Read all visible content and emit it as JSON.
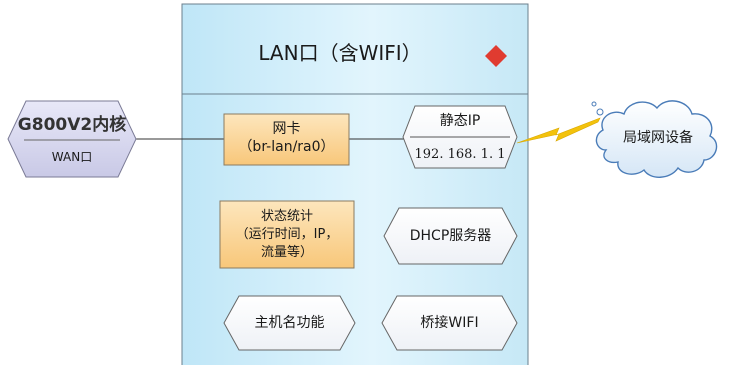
{
  "lan_panel": {
    "title": "LAN口（含WIFI）"
  },
  "core_node": {
    "title": "G800V2内核",
    "port": "WAN口"
  },
  "network_card": {
    "line1": "网卡",
    "line2": "（br-lan/ra0）"
  },
  "static_ip": {
    "label": "静态IP",
    "value": "192. 168. 1. 1"
  },
  "status_stats": {
    "line1": "状态统计",
    "line2": "（运行时间，IP，",
    "line3": "流量等）"
  },
  "dhcp": {
    "label": "DHCP服务器"
  },
  "hostname": {
    "label": "主机名功能"
  },
  "bridge_wifi": {
    "label": "桥接WIFI"
  },
  "lan_devices": {
    "label": "局域网设备"
  },
  "colors": {
    "panel_fill": "#cdeefa",
    "hex_fill": "#dcdcf2",
    "orange_fill": "#fbd79c",
    "diamond": "#e03b30",
    "lightning": "#f3c20c"
  }
}
